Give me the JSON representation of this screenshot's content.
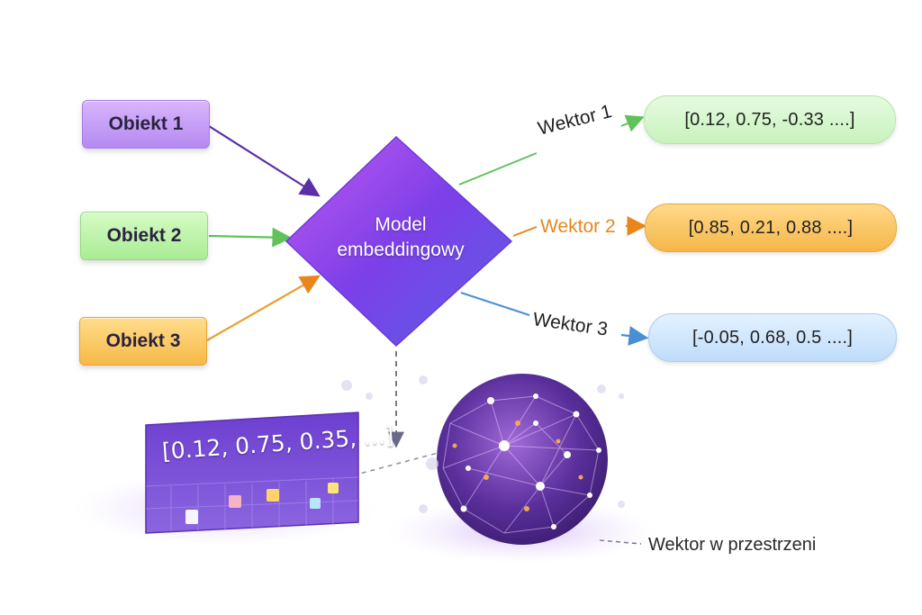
{
  "objects": [
    {
      "label": "Obiekt 1",
      "color": "#b489f2"
    },
    {
      "label": "Obiekt 2",
      "color": "#a9ec94"
    },
    {
      "label": "Obiekt 3",
      "color": "#f7b947"
    }
  ],
  "model": {
    "line1": "Model",
    "line2": "embeddingowy",
    "color": "#7a3ff0"
  },
  "vectors": [
    {
      "label": "Wektor 1",
      "value": "[0.12, 0.75, -0.33 ....]",
      "color": "#5fc25a"
    },
    {
      "label": "Wektor 2",
      "value": "[0.85, 0.21, 0.88 ....]",
      "color": "#e8861e"
    },
    {
      "label": "Wektor 3",
      "value": "[-0.05, 0.68, 0.5 ....]",
      "color": "#4a8fd6"
    }
  ],
  "panel": {
    "text": "[0.12, 0.75, 0.35, ...]"
  },
  "space": {
    "label": "Wektor w przestrzeni"
  }
}
